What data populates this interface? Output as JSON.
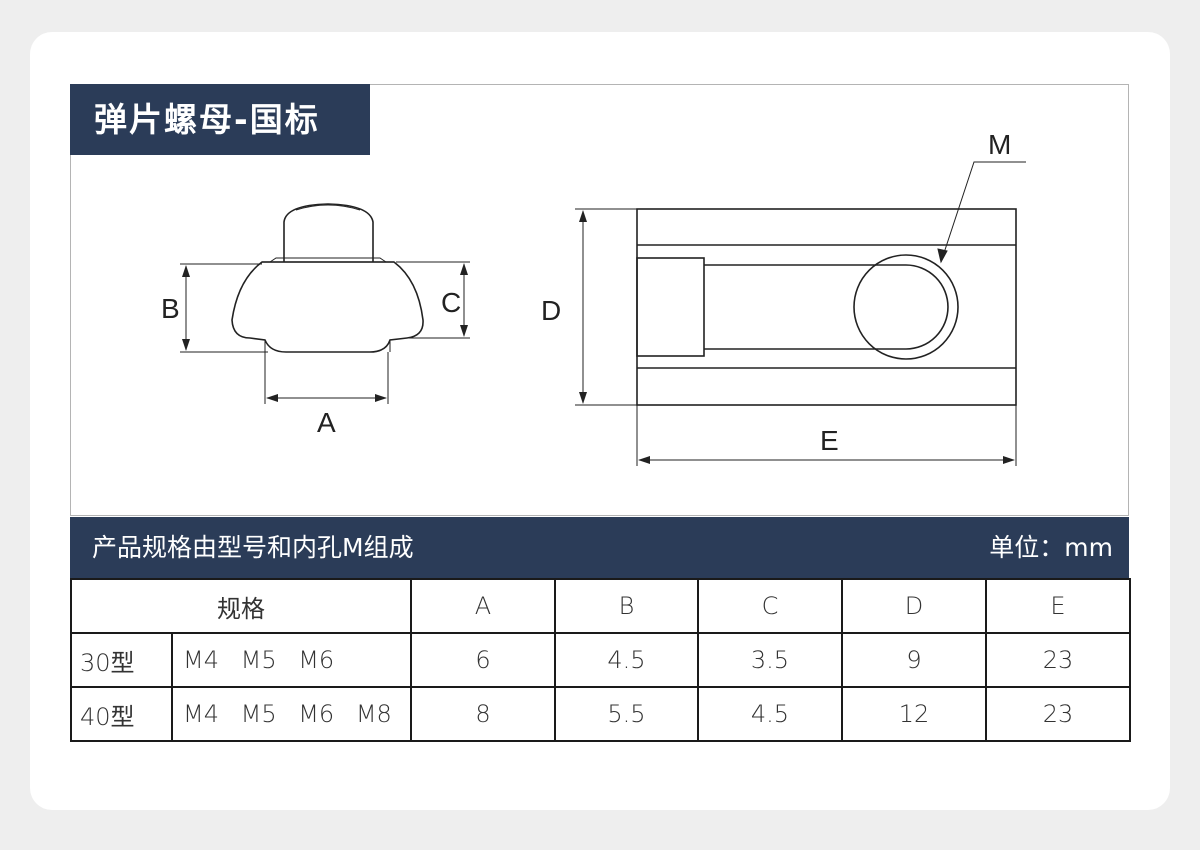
{
  "title": "弹片螺母-国标",
  "spec_bar": {
    "left_text": "产品规格由型号和内孔M组成",
    "right_text": "单位：mm"
  },
  "diagram_labels": {
    "A": "A",
    "B": "B",
    "C": "C",
    "D": "D",
    "E": "E",
    "M": "M"
  },
  "table": {
    "header": [
      "规格",
      "A",
      "B",
      "C",
      "D",
      "E"
    ],
    "rows": [
      {
        "model": "30型",
        "sizes": "M4 M5 M6",
        "A": "6",
        "B": "4.5",
        "C": "3.5",
        "D": "9",
        "E": "23"
      },
      {
        "model": "40型",
        "sizes": "M4 M5 M6 M8",
        "A": "8",
        "B": "5.5",
        "C": "4.5",
        "D": "12",
        "E": "23"
      }
    ]
  },
  "colors": {
    "header_bg": "#2b3c58",
    "page_bg": "#eeeeee",
    "card_bg": "#ffffff"
  }
}
